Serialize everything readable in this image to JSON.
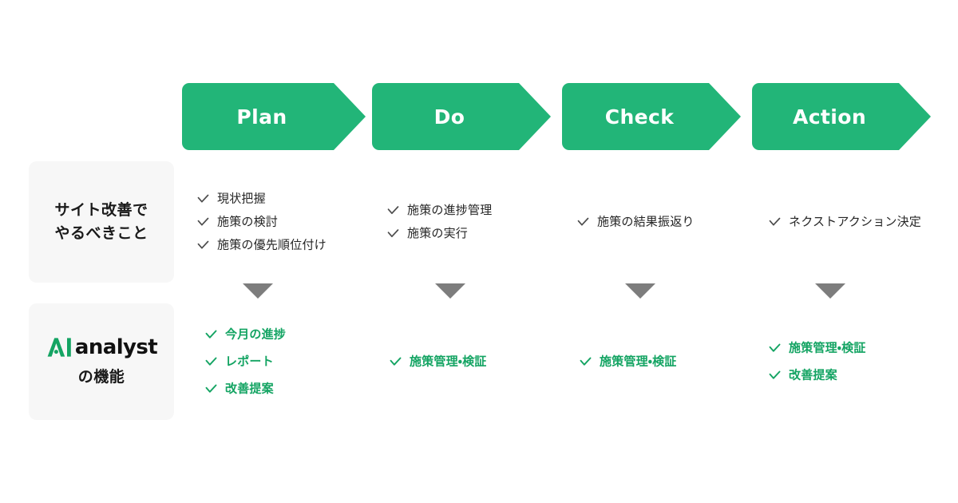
{
  "theme": {
    "green": "#22b578",
    "green_text": "#14a463",
    "panel_bg": "#f7f7f7",
    "triangle_gray": "#7d7d7d",
    "text_dark": "#262626",
    "page_bg": "#ffffff"
  },
  "side_labels": {
    "tasks": {
      "line1": "サイト改善で",
      "line2": "やるべきこと"
    },
    "features": {
      "logo_mark": "AI",
      "logo_word": "analyst",
      "suffix": "の機能"
    }
  },
  "columns": [
    {
      "phase": "Plan",
      "tasks": [
        "現状把握",
        "施策の検討",
        "施策の優先順位付け"
      ],
      "features": [
        "今月の進捗",
        "レポート",
        "改善提案"
      ]
    },
    {
      "phase": "Do",
      "tasks": [
        "施策の進捗管理",
        "施策の実行"
      ],
      "features": [
        "施策管理・検証"
      ]
    },
    {
      "phase": "Check",
      "tasks": [
        "施策の結果振返り"
      ],
      "features": [
        "施策管理・検証"
      ]
    },
    {
      "phase": "Action",
      "tasks": [
        "ネクストアクション決定"
      ],
      "features": [
        "施策管理・検証",
        "改善提案"
      ]
    }
  ],
  "icons": {
    "check": "check-icon",
    "divider": "triangle-down-icon"
  }
}
